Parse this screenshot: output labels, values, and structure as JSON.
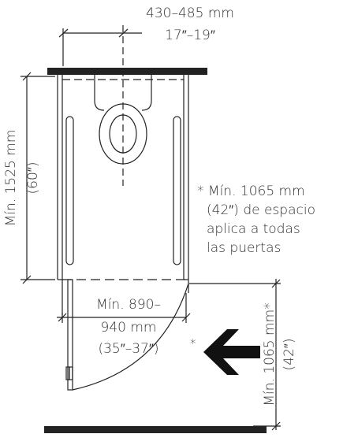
{
  "top_dim": {
    "metric": "430–485 mm",
    "imperial": "17″–19″"
  },
  "left_dim": {
    "metric": "Mín. 1525 mm",
    "imperial": "(60″)"
  },
  "note": {
    "line1": "* Mín. 1065 mm",
    "line2": "(42″) de espacio",
    "line3": "aplica a todas",
    "line4": "las puertas"
  },
  "door_dim": {
    "line1": "Mín. 890–",
    "line2": "940 mm",
    "line3": "(35″–37″)"
  },
  "clear_dim": {
    "metric": "Mín. 1065 mm*",
    "imperial": "(42″)"
  },
  "asterisk": "*",
  "colors": {
    "wall": "#222222",
    "text": "#333333",
    "arrow": "#111111"
  }
}
